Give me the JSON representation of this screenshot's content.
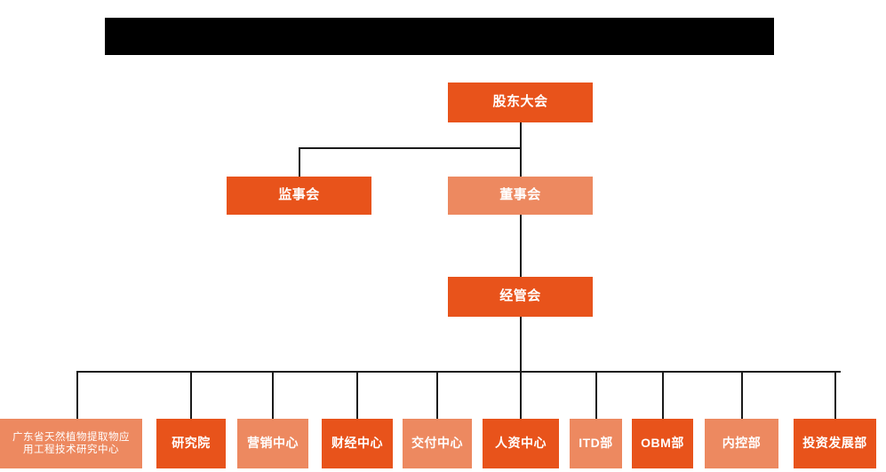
{
  "page": {
    "title_banner": "",
    "background_color": "#FFFFFF"
  },
  "colors": {
    "dark_orange": "#E8531B",
    "light_orange": "#ED8960",
    "connector": "#1A1A1A",
    "banner": "#000000",
    "label_text": "#FFFFFF"
  },
  "chart_data": {
    "type": "diagram",
    "diagram_kind": "organization-chart",
    "title": "",
    "nodes": [
      {
        "id": "shareholders",
        "label": "股东大会",
        "tier": 1,
        "shade": "dark"
      },
      {
        "id": "supervisors",
        "label": "监事会",
        "tier": 2,
        "shade": "dark"
      },
      {
        "id": "directors",
        "label": "董事会",
        "tier": 2,
        "shade": "light"
      },
      {
        "id": "management",
        "label": "经管会",
        "tier": 3,
        "shade": "dark"
      },
      {
        "id": "research-ctr",
        "label": "广东省天然植物提取物应\n用工程技术研究中心",
        "tier": 4,
        "shade": "light"
      },
      {
        "id": "institute",
        "label": "研究院",
        "tier": 4,
        "shade": "dark"
      },
      {
        "id": "marketing",
        "label": "营销中心",
        "tier": 4,
        "shade": "light"
      },
      {
        "id": "finance",
        "label": "财经中心",
        "tier": 4,
        "shade": "dark"
      },
      {
        "id": "delivery",
        "label": "交付中心",
        "tier": 4,
        "shade": "light"
      },
      {
        "id": "hr",
        "label": "人资中心",
        "tier": 4,
        "shade": "dark"
      },
      {
        "id": "itd",
        "label": "ITD部",
        "tier": 4,
        "shade": "light"
      },
      {
        "id": "obm",
        "label": "OBM部",
        "tier": 4,
        "shade": "dark"
      },
      {
        "id": "internal-ctrl",
        "label": "内控部",
        "tier": 4,
        "shade": "light"
      },
      {
        "id": "investment",
        "label": "投资发展部",
        "tier": 4,
        "shade": "dark"
      }
    ],
    "edges": [
      {
        "from": "shareholders",
        "to": "supervisors"
      },
      {
        "from": "shareholders",
        "to": "directors"
      },
      {
        "from": "directors",
        "to": "management"
      },
      {
        "from": "management",
        "to": "research-ctr"
      },
      {
        "from": "management",
        "to": "institute"
      },
      {
        "from": "management",
        "to": "marketing"
      },
      {
        "from": "management",
        "to": "finance"
      },
      {
        "from": "management",
        "to": "delivery"
      },
      {
        "from": "management",
        "to": "hr"
      },
      {
        "from": "management",
        "to": "itd"
      },
      {
        "from": "management",
        "to": "obm"
      },
      {
        "from": "management",
        "to": "internal-ctrl"
      },
      {
        "from": "management",
        "to": "investment"
      }
    ]
  }
}
